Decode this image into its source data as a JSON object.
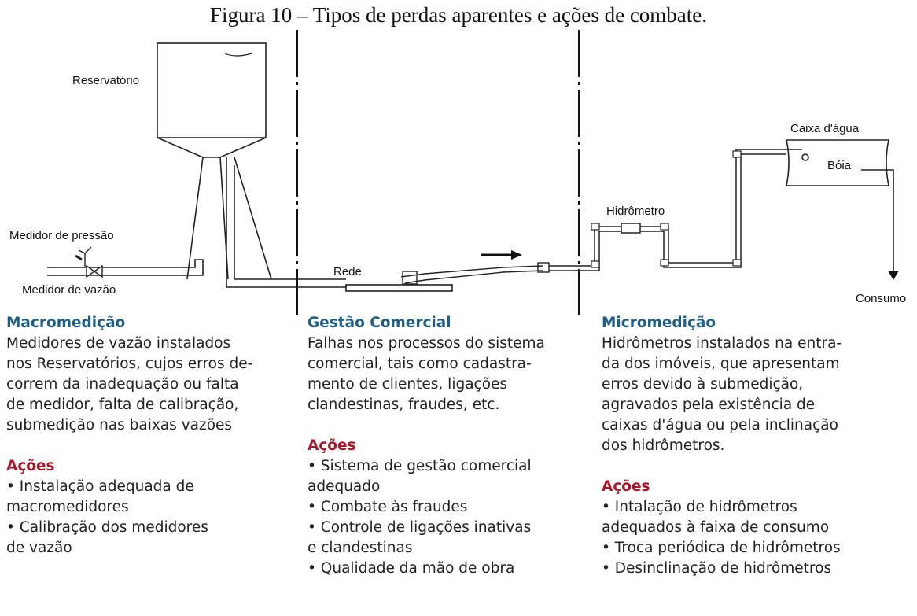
{
  "caption": "Figura 10 – Tipos de perdas aparentes e ações de combate.",
  "colors": {
    "heading_blue": "#1f5f86",
    "heading_red": "#a8182a",
    "line": "#111111"
  },
  "diagram_labels": {
    "reservatorio": "Reservatório",
    "medidor_pressao": "Medidor de pressão",
    "medidor_vazao": "Medidor de vazão",
    "rede": "Rede",
    "hidrometro": "Hidrômetro",
    "caixa_dagua": "Caixa d'água",
    "boia": "Bóia",
    "consumo": "Consumo"
  },
  "columns": {
    "macro": {
      "title": "Macromedição",
      "lines": [
        "Medidores de vazão instalados",
        "nos Reservatórios, cujos erros de-",
        "correm da inadequação ou falta",
        "de medidor, falta de calibração,",
        "submedição nas baixas vazões"
      ],
      "acoes_title": "Ações",
      "acoes": [
        "• Instalação adequada de",
        "macromedidores",
        "• Calibração dos medidores",
        "de vazão"
      ]
    },
    "gestao": {
      "title": "Gestão Comercial",
      "lines": [
        "Falhas nos processos do sistema",
        "comercial, tais como cadastra-",
        "mento de clientes, ligações",
        "clandestinas, fraudes, etc."
      ],
      "acoes_title": "Ações",
      "acoes": [
        "• Sistema de gestão comercial",
        "adequado",
        "• Combate às fraudes",
        "• Controle de ligações inativas",
        "e clandestinas",
        "• Qualidade da mão de obra"
      ]
    },
    "micro": {
      "title": "Micromedição",
      "lines": [
        "Hidrômetros instalados na entra-",
        "da dos imóveis, que apresentam",
        "erros devido à submedição,",
        "agravados pela existência de",
        "caixas d'água ou pela inclinação",
        "dos hidrômetros."
      ],
      "acoes_title": "Ações",
      "acoes": [
        "• Intalação de hidrômetros",
        "adequados à faixa de consumo",
        "• Troca periódica de hidrômetros",
        "• Desinclinação de hidrômetros"
      ]
    }
  }
}
